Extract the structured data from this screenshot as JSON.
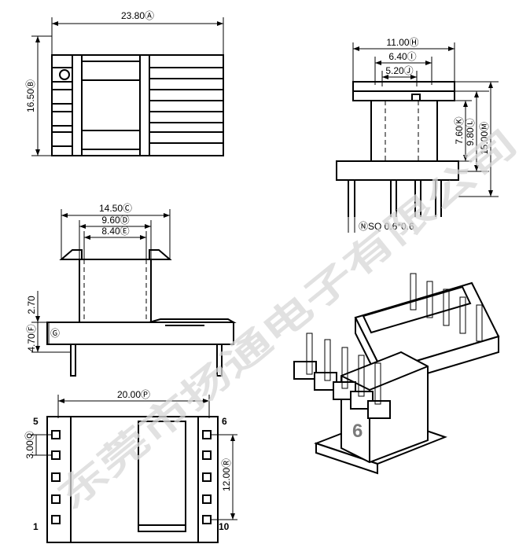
{
  "dimensions": {
    "top_width": "23.80Ⓐ",
    "top_height": "16.50Ⓑ",
    "side_overall_width": "11.00Ⓗ",
    "side_inner_a": "6.40Ⓘ",
    "side_inner_b": "5.20Ⓙ",
    "side_height_a": "7.60Ⓚ",
    "side_height_b": "9.80Ⓛ",
    "side_height_total": "15.00Ⓜ",
    "pin_spec": "ⓃSQ  0.6*0.6",
    "front_width_a": "14.50Ⓒ",
    "front_width_b": "9.60Ⓓ",
    "front_width_c": "8.40Ⓔ",
    "front_height_a": "2.70",
    "front_height_b": "4.70Ⓕ",
    "front_height_c": "Ⓖ",
    "bottom_width": "20.00Ⓟ",
    "bottom_pitch": "3.00Ⓠ",
    "bottom_span": "12.00Ⓡ"
  },
  "pins": {
    "p5": "5",
    "p6": "6",
    "p1": "1",
    "p10": "10"
  },
  "iso_label": "6",
  "watermark": "东莞市扬通电子有限公司"
}
